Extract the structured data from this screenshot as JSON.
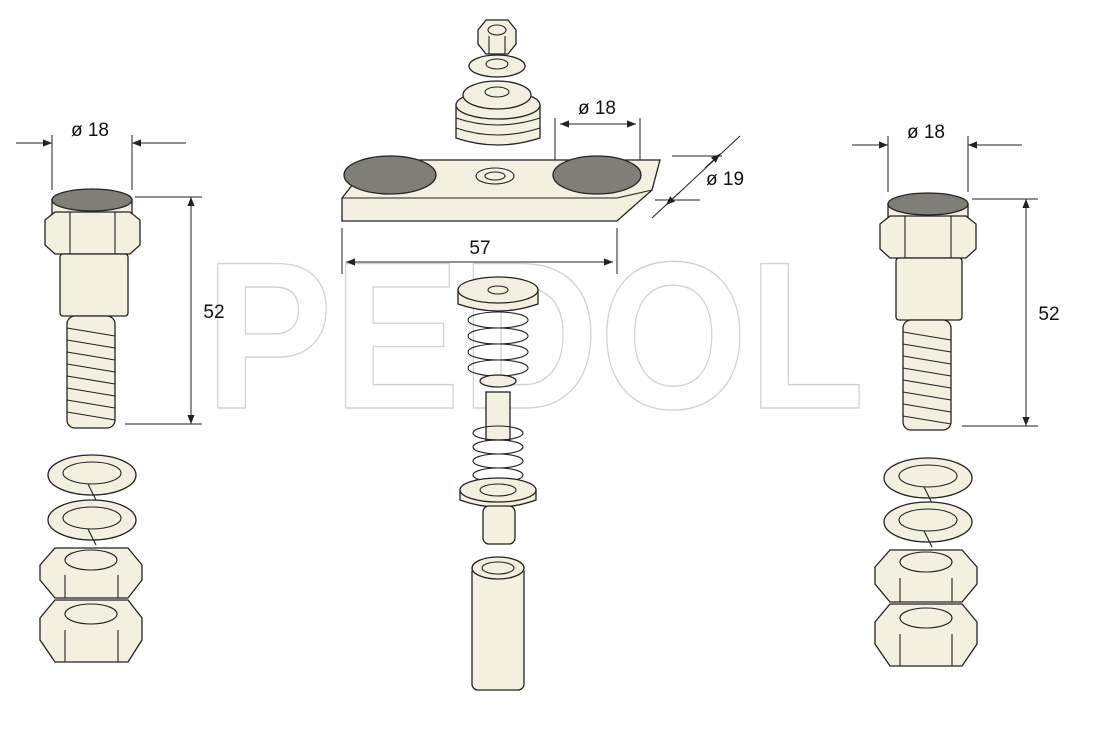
{
  "watermark": "PEDOL",
  "dimensions": {
    "left_diameter": "ø 18",
    "left_length": "52",
    "top_diameter": "ø 18",
    "plate_diameter": "ø 19",
    "plate_width": "57",
    "right_diameter": "ø 18",
    "right_length": "52"
  },
  "colors": {
    "part_fill": "#f3f0e0",
    "pad_fill": "#7f7f77",
    "outline": "#222222"
  }
}
